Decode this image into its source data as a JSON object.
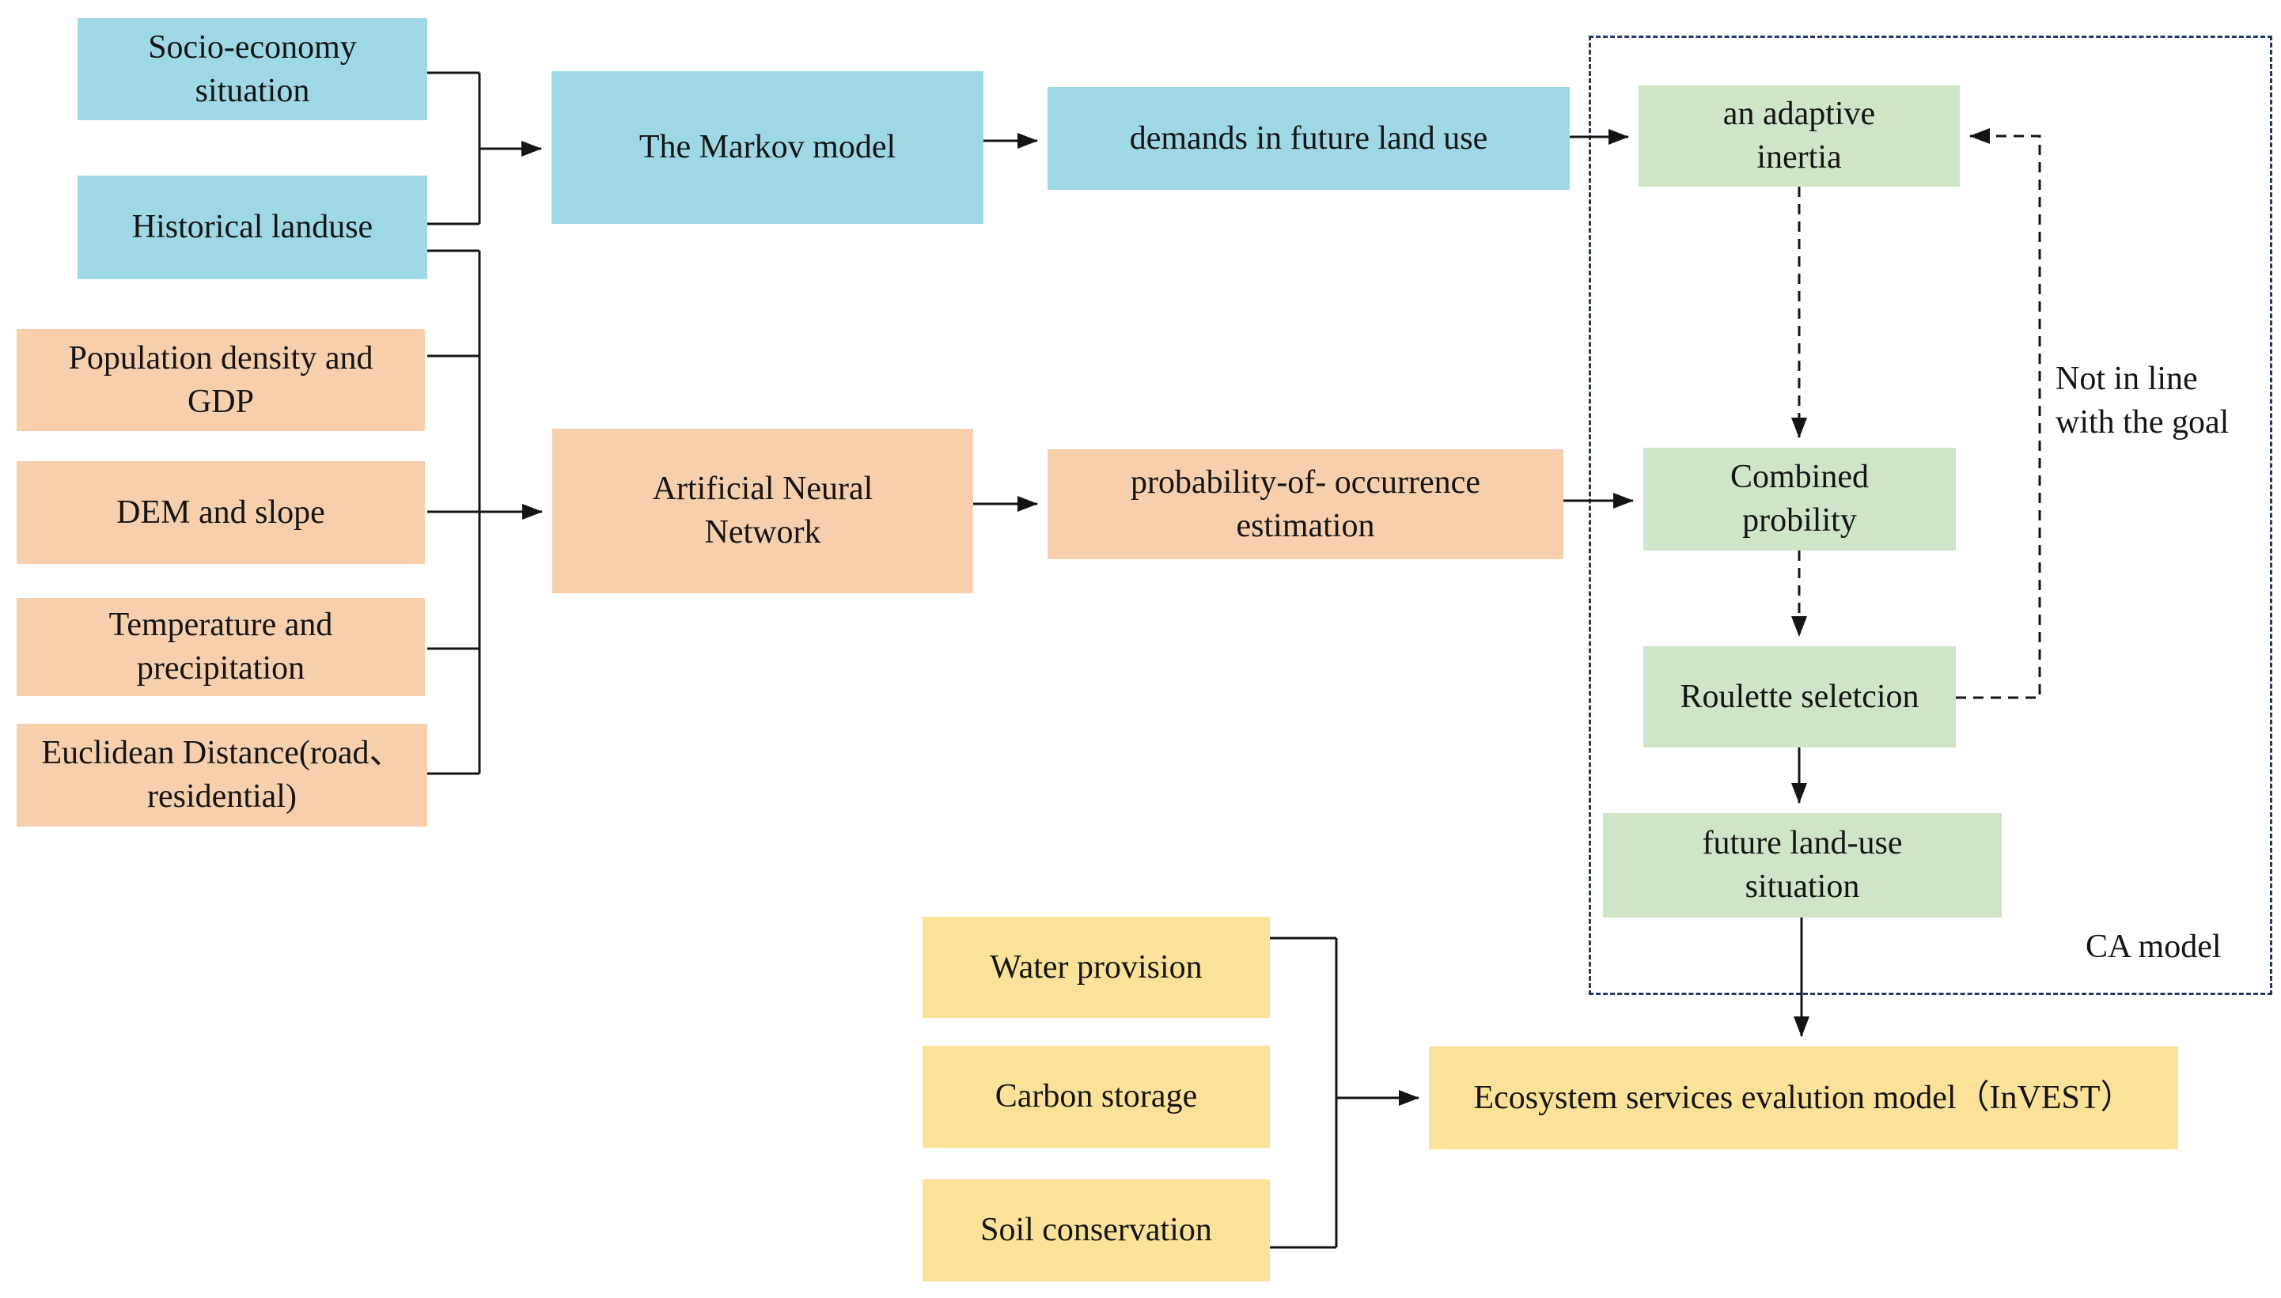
{
  "colors": {
    "blue": "#9ed8e4",
    "orange": "#f7cfac",
    "green": "#d0e4c8",
    "yellow": "#fbe298",
    "navy": "#1f3864",
    "line": "#141414"
  },
  "boxes": {
    "socio": {
      "label": "Socio-economy\nsituation"
    },
    "historical": {
      "label": "Historical landuse"
    },
    "markov": {
      "label": "The Markov model"
    },
    "demands": {
      "label": "demands in future land use"
    },
    "population": {
      "label": "Population density and\nGDP"
    },
    "dem": {
      "label": "DEM and slope"
    },
    "temperature": {
      "label": "Temperature and\nprecipitation"
    },
    "euclidean": {
      "label": "Euclidean Distance(road、\nresidential)"
    },
    "ann": {
      "label": "Artificial Neural\nNetwork"
    },
    "probability": {
      "label": "probability-of- occurrence\nestimation"
    },
    "adaptive": {
      "label": "an adaptive\ninertia"
    },
    "combined": {
      "label": "Combined\nprobility"
    },
    "roulette": {
      "label": "Roulette seletcion"
    },
    "future": {
      "label": "future land-use\nsituation"
    },
    "water": {
      "label": "Water provision"
    },
    "carbon": {
      "label": "Carbon storage"
    },
    "soil": {
      "label": "Soil conservation"
    },
    "invest": {
      "label": "Ecosystem services evalution model（InVEST）"
    }
  },
  "labels": {
    "not_in_line": "Not in line\nwith the goal",
    "ca_model": "CA model"
  }
}
